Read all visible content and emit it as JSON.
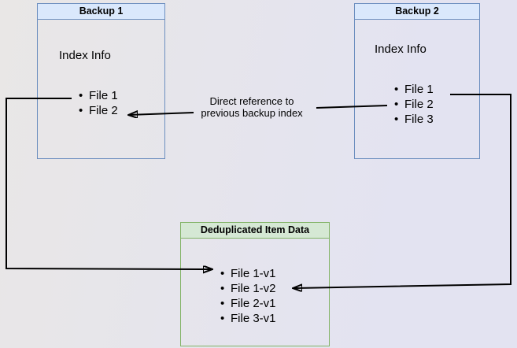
{
  "diagram": {
    "backup1": {
      "title": "Backup 1",
      "subtitle": "Index Info",
      "items": [
        "File 1",
        "File 2"
      ]
    },
    "backup2": {
      "title": "Backup 2",
      "subtitle": "Index Info",
      "items": [
        "File 1",
        "File 2",
        "File 3"
      ]
    },
    "dedup": {
      "title": "Deduplicated Item Data",
      "items": [
        "File 1-v1",
        "File 1-v2",
        "File 2-v1",
        "File 3-v1"
      ]
    },
    "edge_label": {
      "line1": "Direct reference to",
      "line2": "previous backup index"
    },
    "colors": {
      "blue_border": "#6c8ebf",
      "blue_fill": "#dae8fc",
      "green_border": "#82b366",
      "green_fill": "#d5e8d4",
      "line": "#000000",
      "text": "#000000",
      "bg_left": "#e9e7e6",
      "bg_right": "#e3e3f1"
    }
  }
}
